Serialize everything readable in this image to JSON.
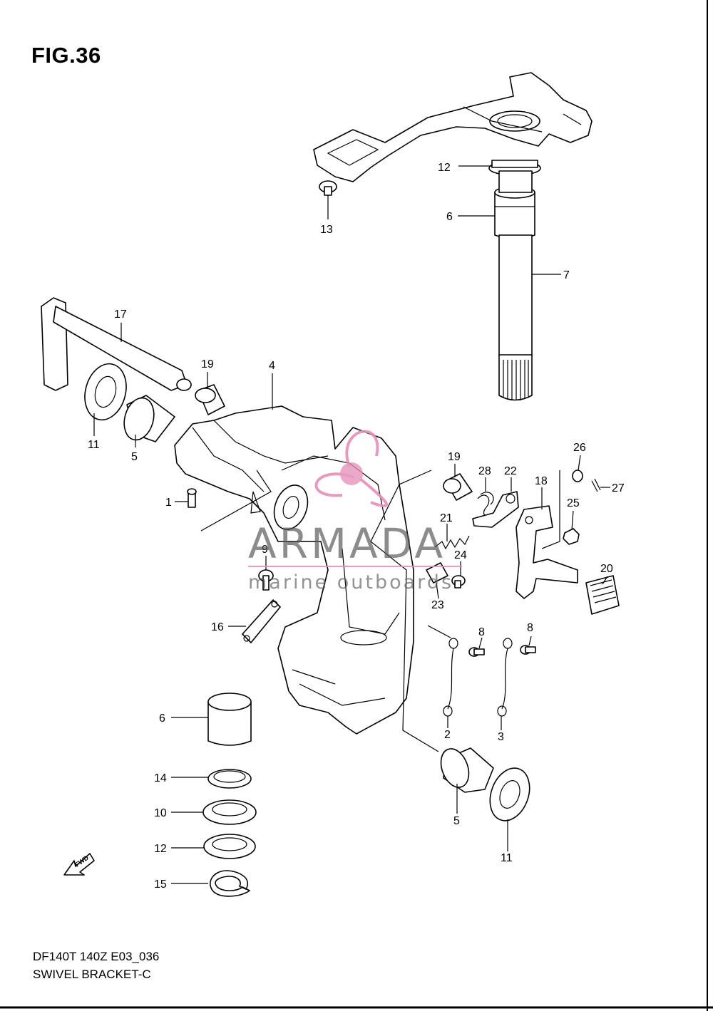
{
  "figure": {
    "title": "FIG.36",
    "code": "DF140T 140Z E03_036",
    "name": "SWIVEL BRACKET-C"
  },
  "watermark": {
    "brand": "ARMADA",
    "tagline": "marine outboards",
    "accent_color": "#e58fb8",
    "text_color": "#555555"
  },
  "arrow": {
    "label": "FWD"
  },
  "callouts": [
    {
      "id": "c12a",
      "label": "12"
    },
    {
      "id": "c6a",
      "label": "6"
    },
    {
      "id": "c7",
      "label": "7"
    },
    {
      "id": "c13",
      "label": "13"
    },
    {
      "id": "c17",
      "label": "17"
    },
    {
      "id": "c19a",
      "label": "19"
    },
    {
      "id": "c4",
      "label": "4"
    },
    {
      "id": "c11a",
      "label": "11"
    },
    {
      "id": "c5a",
      "label": "5"
    },
    {
      "id": "c1",
      "label": "1"
    },
    {
      "id": "c19b",
      "label": "19"
    },
    {
      "id": "c28",
      "label": "28"
    },
    {
      "id": "c22",
      "label": "22"
    },
    {
      "id": "c26",
      "label": "26"
    },
    {
      "id": "c18",
      "label": "18"
    },
    {
      "id": "c27",
      "label": "27"
    },
    {
      "id": "c25",
      "label": "25"
    },
    {
      "id": "c21",
      "label": "21"
    },
    {
      "id": "c24",
      "label": "24"
    },
    {
      "id": "c9",
      "label": "9"
    },
    {
      "id": "c20",
      "label": "20"
    },
    {
      "id": "c23",
      "label": "23"
    },
    {
      "id": "c16",
      "label": "16"
    },
    {
      "id": "c8a",
      "label": "8"
    },
    {
      "id": "c8b",
      "label": "8"
    },
    {
      "id": "c6b",
      "label": "6"
    },
    {
      "id": "c2",
      "label": "2"
    },
    {
      "id": "c3",
      "label": "3"
    },
    {
      "id": "c5b",
      "label": "5"
    },
    {
      "id": "c14",
      "label": "14"
    },
    {
      "id": "c10",
      "label": "10"
    },
    {
      "id": "c12b",
      "label": "12"
    },
    {
      "id": "c11b",
      "label": "11"
    },
    {
      "id": "c15",
      "label": "15"
    }
  ]
}
